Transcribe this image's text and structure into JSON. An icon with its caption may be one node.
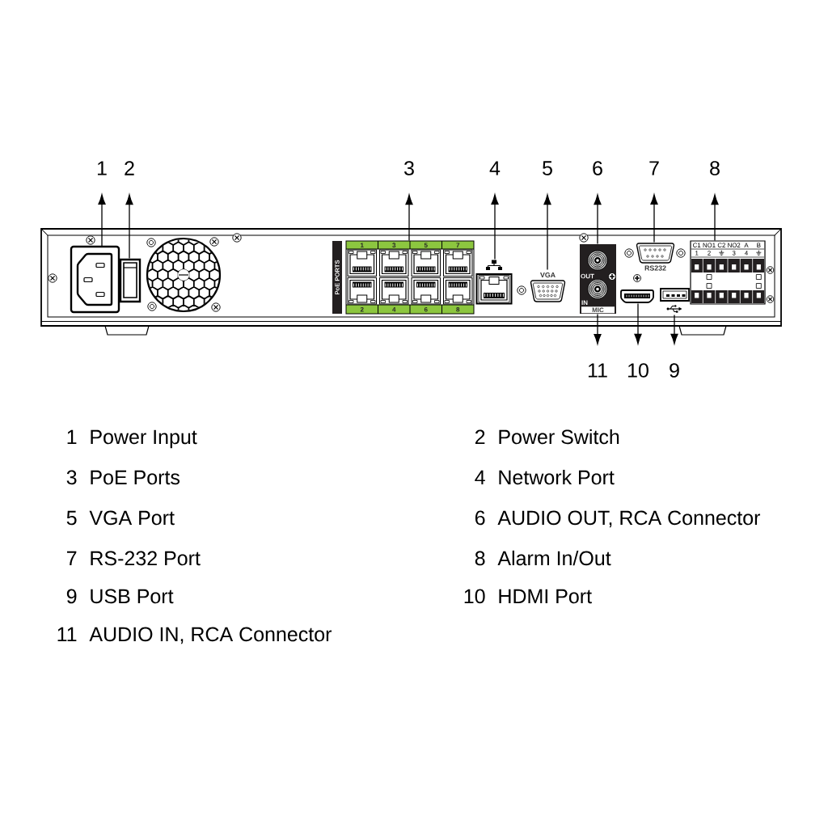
{
  "diagram": {
    "nodes": [
      {
        "text": [
          "1"
        ]
      },
      {
        "text": [
          "2"
        ]
      },
      {
        "text": [
          "3"
        ]
      },
      {
        "text": [
          "4"
        ]
      },
      {
        "text": [
          "5"
        ]
      },
      {
        "text": [
          "6"
        ]
      },
      {
        "text": [
          "7"
        ]
      },
      {
        "text": [
          "8"
        ]
      },
      {
        "text": [],
        "shape": "picture"
      },
      {
        "text": [],
        "shape": "picture"
      },
      {
        "text": [
          "PoE PORTS",
          "1",
          "3",
          "5",
          "7",
          "2",
          "4",
          "6",
          "8"
        ]
      },
      {
        "text": [],
        "shape": "picture"
      },
      {
        "text": [
          "VGA"
        ]
      },
      {
        "text": [
          "OUT"
        ]
      },
      {
        "text": [
          "RS232"
        ]
      },
      {
        "text": [
          "C1",
          "NO1",
          "C2",
          "NO2",
          "A",
          "B",
          "1",
          "2",
          "3",
          "4"
        ]
      },
      {
        "text": [
          "IN"
        ]
      },
      {
        "text": [],
        "shape": "picture"
      },
      {
        "text": [],
        "shape": "picture"
      },
      {
        "text": [
          "11"
        ]
      },
      {
        "text": [
          "10"
        ]
      },
      {
        "text": [
          "9"
        ]
      }
    ],
    "edges": [
      {
        "from": 8,
        "to": 0,
        "arrow": "to"
      },
      {
        "from": 9,
        "to": 1,
        "arrow": "to"
      },
      {
        "from": 10,
        "to": 2,
        "arrow": "to"
      },
      {
        "from": 11,
        "to": 3,
        "arrow": "to"
      },
      {
        "from": 12,
        "to": 4,
        "arrow": "to"
      },
      {
        "from": 13,
        "to": 5,
        "arrow": "to"
      },
      {
        "from": 14,
        "to": 6,
        "arrow": "to"
      },
      {
        "from": 15,
        "to": 7,
        "arrow": "to"
      },
      {
        "from": 16,
        "to": 19,
        "arrow": "to"
      },
      {
        "from": 17,
        "to": 20,
        "arrow": "to"
      },
      {
        "from": 18,
        "to": 21,
        "arrow": "to"
      }
    ],
    "labels": [
      "MIC",
      "1",
      "Power Input",
      "2",
      "Power Switch",
      "3",
      "PoE Ports",
      "4",
      "Network Port",
      "5",
      "VGA Port",
      "6",
      "AUDIO OUT, RCA Connector",
      "7",
      "RS-232 Port",
      "8",
      "Alarm In/Out",
      "9",
      "USB Port",
      "10",
      "HDMI Port",
      "11",
      "AUDIO IN, RCA Connector"
    ]
  }
}
